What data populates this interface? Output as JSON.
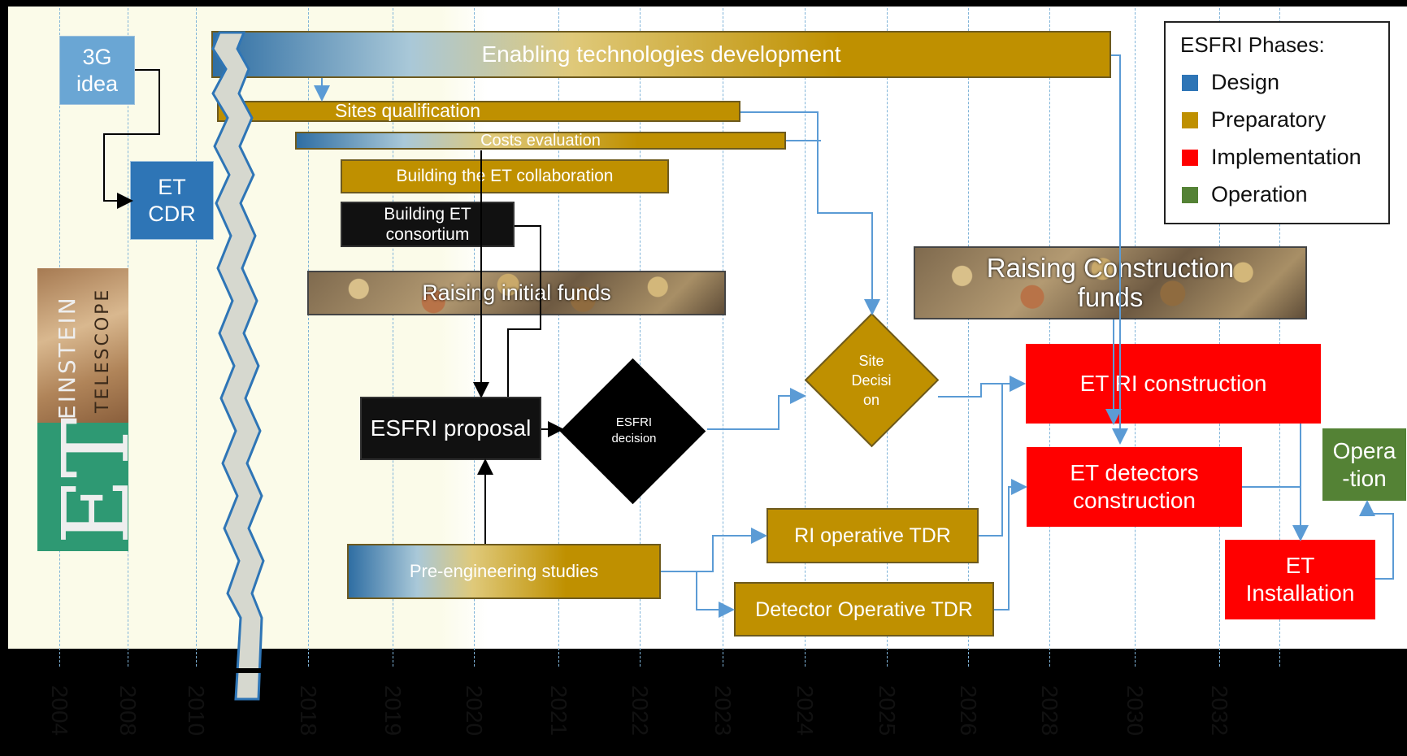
{
  "diagram": {
    "legend": {
      "title": "ESFRI Phases:",
      "items": [
        {
          "label": "Design",
          "color": "#2e75b6"
        },
        {
          "label": "Preparatory",
          "color": "#bf9000"
        },
        {
          "label": "Implementation",
          "color": "#ff0000"
        },
        {
          "label": "Operation",
          "color": "#548235"
        }
      ]
    },
    "boxes": {
      "idea_3g": "3G\nidea",
      "et_cdr": "ET\nCDR",
      "enabling_tech": "Enabling technologies development",
      "sites_qualification": "Sites qualification",
      "costs_evaluation": "Costs evaluation",
      "building_collab": "Building the ET collaboration",
      "building_consortium": "Building ET\nconsortium",
      "raising_initial": "Raising initial funds",
      "raising_construction": "Raising Construction\nfunds",
      "esfri_proposal": "ESFRI proposal",
      "esfri_decision": "ESFRI\ndecision",
      "site_decision": "Site\nDecisi\non",
      "et_ri_construction": "ET RI construction",
      "et_detectors": "ET detectors\nconstruction",
      "operation": "Opera\n-tion",
      "et_installation": "ET\nInstallation",
      "ri_operative_tdr": "RI operative TDR",
      "detector_operative_tdr": "Detector Operative TDR",
      "pre_engineering": "Pre-engineering studies"
    },
    "logo": {
      "line1": "EINSTEIN",
      "line2": "TELESCOPE",
      "mark": "ET"
    },
    "timeline_years": [
      "2004",
      "2008",
      "2010",
      "2018",
      "2019",
      "2020",
      "2021",
      "2022",
      "2023",
      "2024",
      "2025",
      "2026",
      "2028",
      "2030",
      "2032"
    ]
  }
}
